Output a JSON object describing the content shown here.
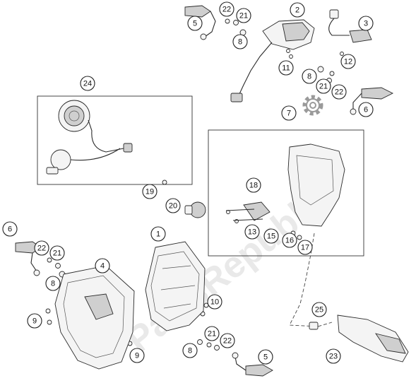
{
  "watermark": "PartsRepublik",
  "callouts": {
    "c1": "1",
    "c2": "2",
    "c3": "3",
    "c4": "4",
    "c5a": "5",
    "c5b": "5",
    "c6a": "6",
    "c6b": "6",
    "c7": "7",
    "c8a": "8",
    "c8b": "8",
    "c8c": "8",
    "c8d": "8",
    "c9a": "9",
    "c9b": "9",
    "c10": "10",
    "c11": "11",
    "c12": "12",
    "c13": "13",
    "c15": "15",
    "c16": "16",
    "c17": "17",
    "c18": "18",
    "c19": "19",
    "c20": "20",
    "c21a": "21",
    "c21b": "21",
    "c21c": "21",
    "c21d": "21",
    "c22a": "22",
    "c22b": "22",
    "c22c": "22",
    "c22d": "22",
    "c23": "23",
    "c24": "24",
    "c25": "25"
  }
}
